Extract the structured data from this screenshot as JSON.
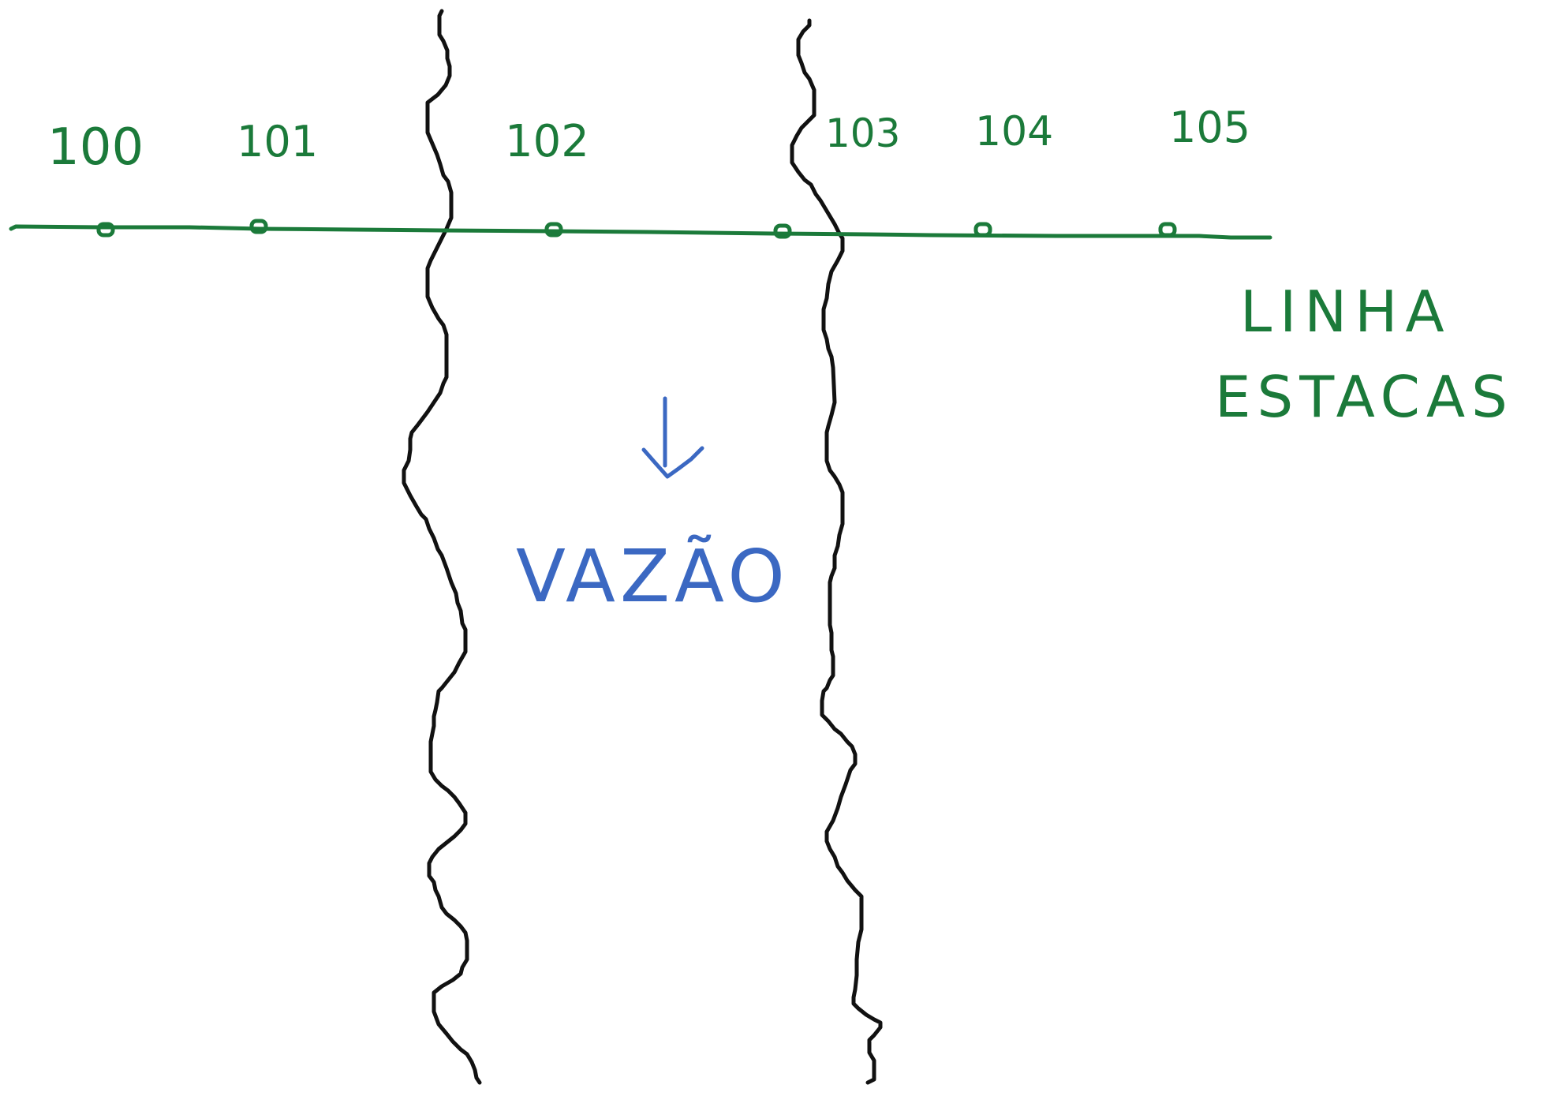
{
  "diagram": {
    "stations": [
      "100",
      "101",
      "102",
      "103",
      "104",
      "105"
    ],
    "line_label": [
      "LINHA",
      "ESTACAS"
    ],
    "flow_label": "VAZÃO",
    "colors": {
      "stake_line": "#1b7a3a",
      "banks": "#111111",
      "flow": "#3b68c2",
      "background": "#ffffff"
    },
    "icons": {
      "flow_arrow": "arrow-down-icon",
      "stake_marker": "circle-marker-icon"
    }
  }
}
